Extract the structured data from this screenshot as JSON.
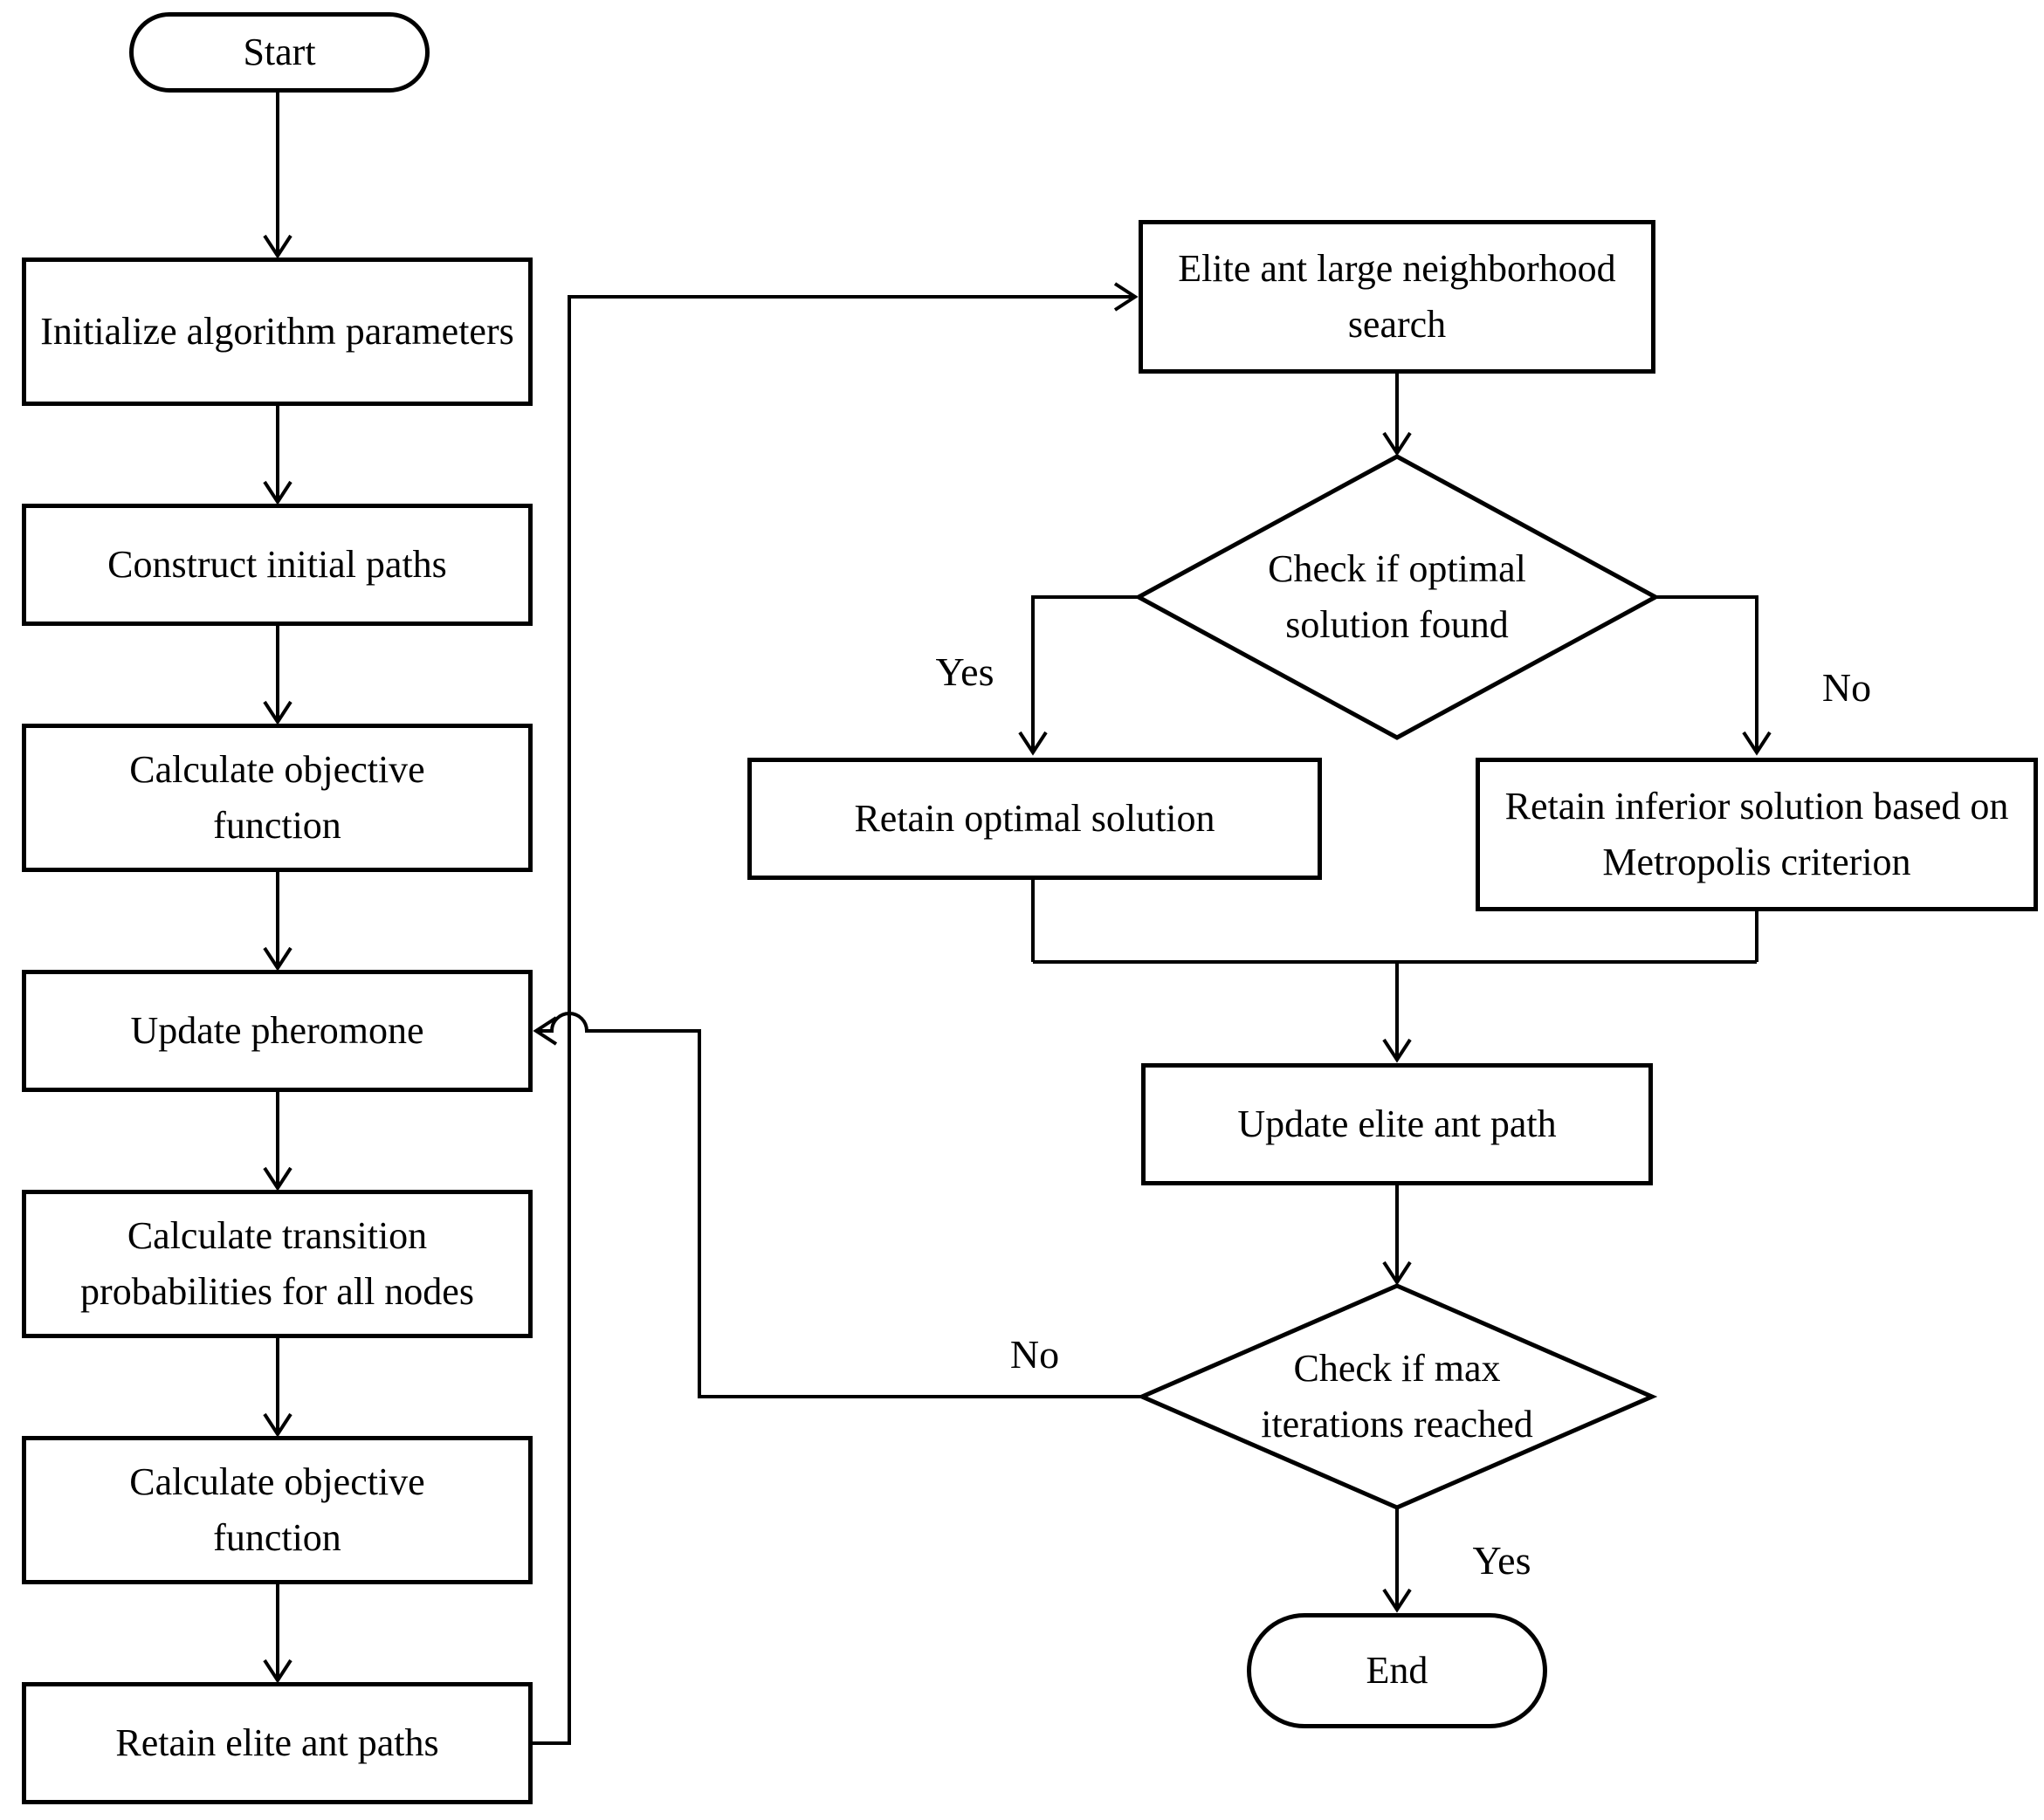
{
  "figure": {
    "type": "flowchart",
    "background_color": "#ffffff",
    "line_color": "#000000",
    "nodes": {
      "start": {
        "label": "Start",
        "shape": "terminator"
      },
      "init_params": {
        "label": "Initialize algorithm parameters",
        "shape": "process"
      },
      "construct_paths": {
        "label": "Construct initial paths",
        "shape": "process"
      },
      "calc_objective_1": {
        "label": "Calculate objective function",
        "shape": "process"
      },
      "update_pheromone": {
        "label": "Update pheromone",
        "shape": "process"
      },
      "calc_transition_probs": {
        "label": "Calculate transition probabilities for all nodes",
        "shape": "process"
      },
      "calc_objective_2": {
        "label": "Calculate objective function",
        "shape": "process"
      },
      "retain_elite_paths": {
        "label": "Retain elite ant paths",
        "shape": "process"
      },
      "elite_ant_search": {
        "label": "Elite ant large neighborhood search",
        "shape": "process"
      },
      "check_optimal": {
        "label": "Check if optimal solution found",
        "shape": "decision"
      },
      "retain_optimal": {
        "label": "Retain optimal solution",
        "shape": "process"
      },
      "retain_inferior": {
        "label": "Retain inferior solution based on Metropolis criterion",
        "shape": "process"
      },
      "update_elite_path": {
        "label": "Update elite ant path",
        "shape": "process"
      },
      "check_max_iterations": {
        "label": "Check if max iterations reached",
        "shape": "decision"
      },
      "end": {
        "label": "End",
        "shape": "terminator"
      }
    },
    "edge_labels": {
      "check_optimal_yes": "Yes",
      "check_optimal_no": "No",
      "check_max_iterations_yes": "Yes",
      "check_max_iterations_no": "No"
    }
  }
}
